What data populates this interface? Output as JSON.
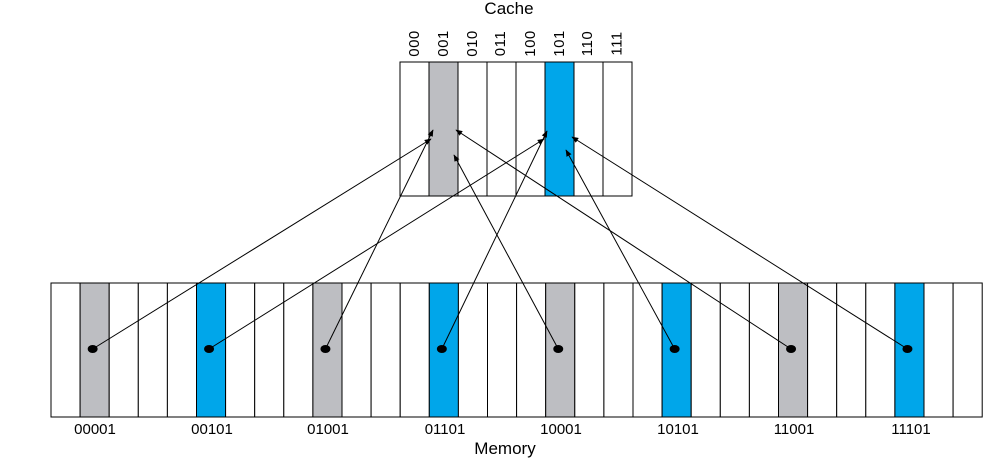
{
  "cache": {
    "title": "Cache",
    "slots": [
      {
        "index": "000",
        "color": "#ffffff"
      },
      {
        "index": "001",
        "color": "#bdbec2"
      },
      {
        "index": "010",
        "color": "#ffffff"
      },
      {
        "index": "011",
        "color": "#ffffff"
      },
      {
        "index": "100",
        "color": "#ffffff"
      },
      {
        "index": "101",
        "color": "#00a6ea"
      },
      {
        "index": "110",
        "color": "#ffffff"
      },
      {
        "index": "111",
        "color": "#ffffff"
      }
    ]
  },
  "memory": {
    "title": "Memory",
    "block_count": 32,
    "highlighted_blocks": [
      {
        "address": "00001",
        "color": "#bdbec2",
        "maps_to": "001"
      },
      {
        "address": "00101",
        "color": "#00a6ea",
        "maps_to": "101"
      },
      {
        "address": "01001",
        "color": "#bdbec2",
        "maps_to": "001"
      },
      {
        "address": "01101",
        "color": "#00a6ea",
        "maps_to": "101"
      },
      {
        "address": "10001",
        "color": "#bdbec2",
        "maps_to": "001"
      },
      {
        "address": "10101",
        "color": "#00a6ea",
        "maps_to": "101"
      },
      {
        "address": "11001",
        "color": "#bdbec2",
        "maps_to": "001"
      },
      {
        "address": "11101",
        "color": "#00a6ea",
        "maps_to": "101"
      }
    ]
  },
  "colors": {
    "gray": "#bdbec2",
    "blue": "#00a6ea",
    "stroke": "#000000"
  }
}
